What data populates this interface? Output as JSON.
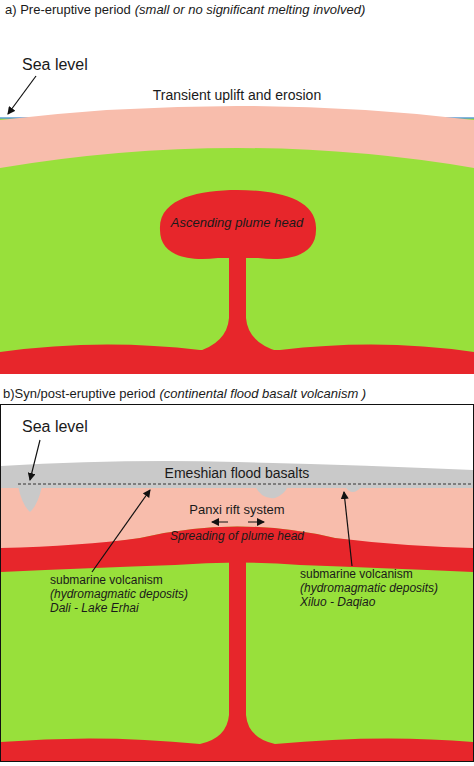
{
  "diagram": {
    "labels": [
      "a) Pre-eruptive period",
      "(small or no significant melting involved)",
      "Sea level",
      "Transient uplift and erosion",
      "Ascending plume head",
      "b)Syn/post-eruptive period",
      "(continental flood basalt volcanism )",
      "Sea level",
      "Emeshian flood basalts",
      "Panxi rift system",
      "Spreading of plume head",
      "submarine volcanism",
      "(hydromagmatic deposits)",
      "Dali - Lake Erhai",
      "submarine volcanism",
      "(hydromagmatic deposits)",
      "Xiluo - Daqiao"
    ]
  }
}
